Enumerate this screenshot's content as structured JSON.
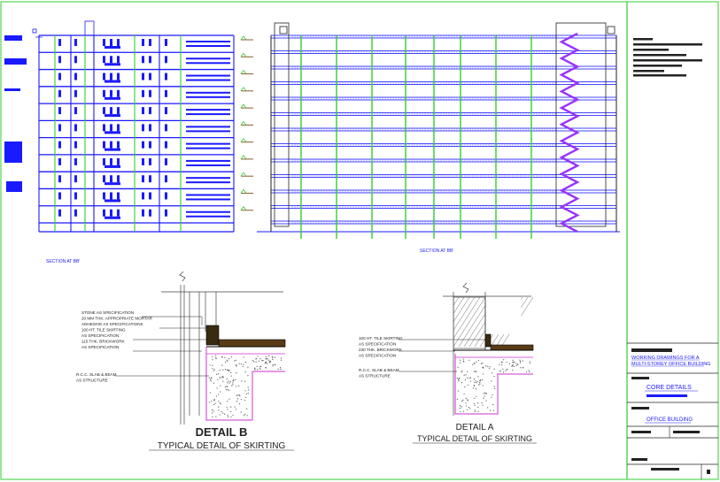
{
  "sheet": {
    "section_left_label": "SECTION AT BB'",
    "section_right_label": "SECTION AT BB'"
  },
  "detail_b": {
    "title": "DETAIL B",
    "subtitle": "TYPICAL DETAIL OF SKIRTING",
    "notes": [
      "STONE AS SPECIFICATION",
      "20 MM THK. APPROPRIATE MORTAR",
      "ADHESIVE AS SPECIFICATIONS",
      "100 HT. TILE SKIRTING",
      "AS SPECIFICATION",
      "115 THK. BRICKWORK",
      "AS SPECIFICATION",
      "R.C.C. SLAB & BEAM",
      "AS STRUCTURE"
    ]
  },
  "detail_a": {
    "title": "DETAIL A",
    "subtitle": "TYPICAL DETAIL OF SKIRTING",
    "notes": [
      "100 HT. TILE SKIRTING",
      "AS SPECIFICATION",
      "230 THK. BRICKWORK",
      "AS SPECIFICATION",
      "R.C.C. SLAB & BEAM",
      "AS STRUCTURE"
    ]
  },
  "title_block": {
    "project_line1": "WORKING DRAWINGS FOR A",
    "project_line2": "MULTI-STOREY OFFICE BUILDING",
    "drawing_title": "CORE DETAILS",
    "building_type": "OFFICE BUILDING"
  },
  "colors": {
    "blue": "#1a1aff",
    "green": "#33cc33",
    "magenta": "#cc33cc",
    "purple": "#9933ff",
    "dark": "#222222",
    "brown": "#8b5a2b"
  }
}
